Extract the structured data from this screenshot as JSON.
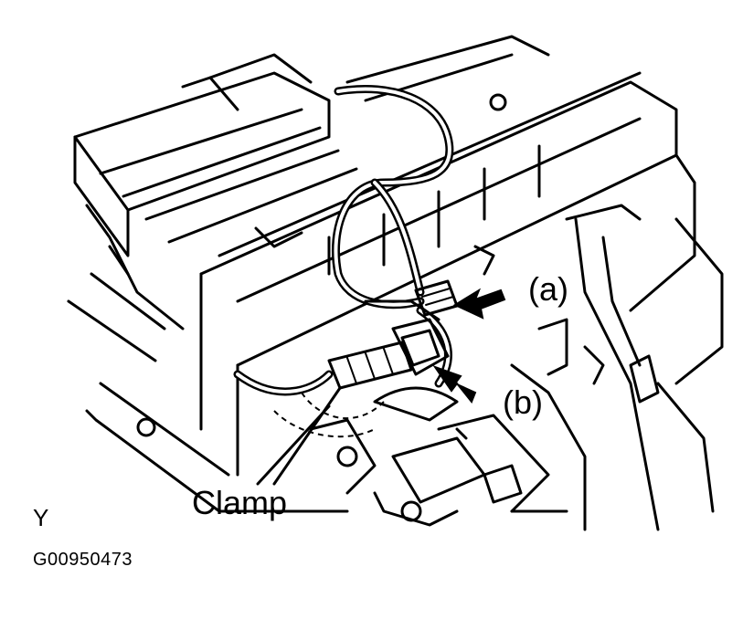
{
  "labels": {
    "a": "(a)",
    "b": "(b)",
    "clamp": "Clamp",
    "view": "Y",
    "figure_code": "G00950473"
  },
  "colors": {
    "line": "#000000",
    "background": "#ffffff"
  }
}
